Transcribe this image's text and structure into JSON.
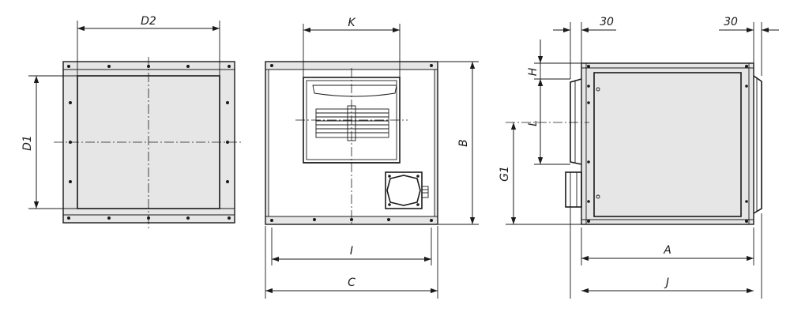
{
  "labels": {
    "d2": "D2",
    "d1": "D1",
    "k": "K",
    "b": "B",
    "i": "I",
    "c": "C",
    "thirty_left": "30",
    "thirty_right": "30",
    "h": "H",
    "l": "L",
    "g1": "G1",
    "a": "A",
    "j": "J"
  }
}
